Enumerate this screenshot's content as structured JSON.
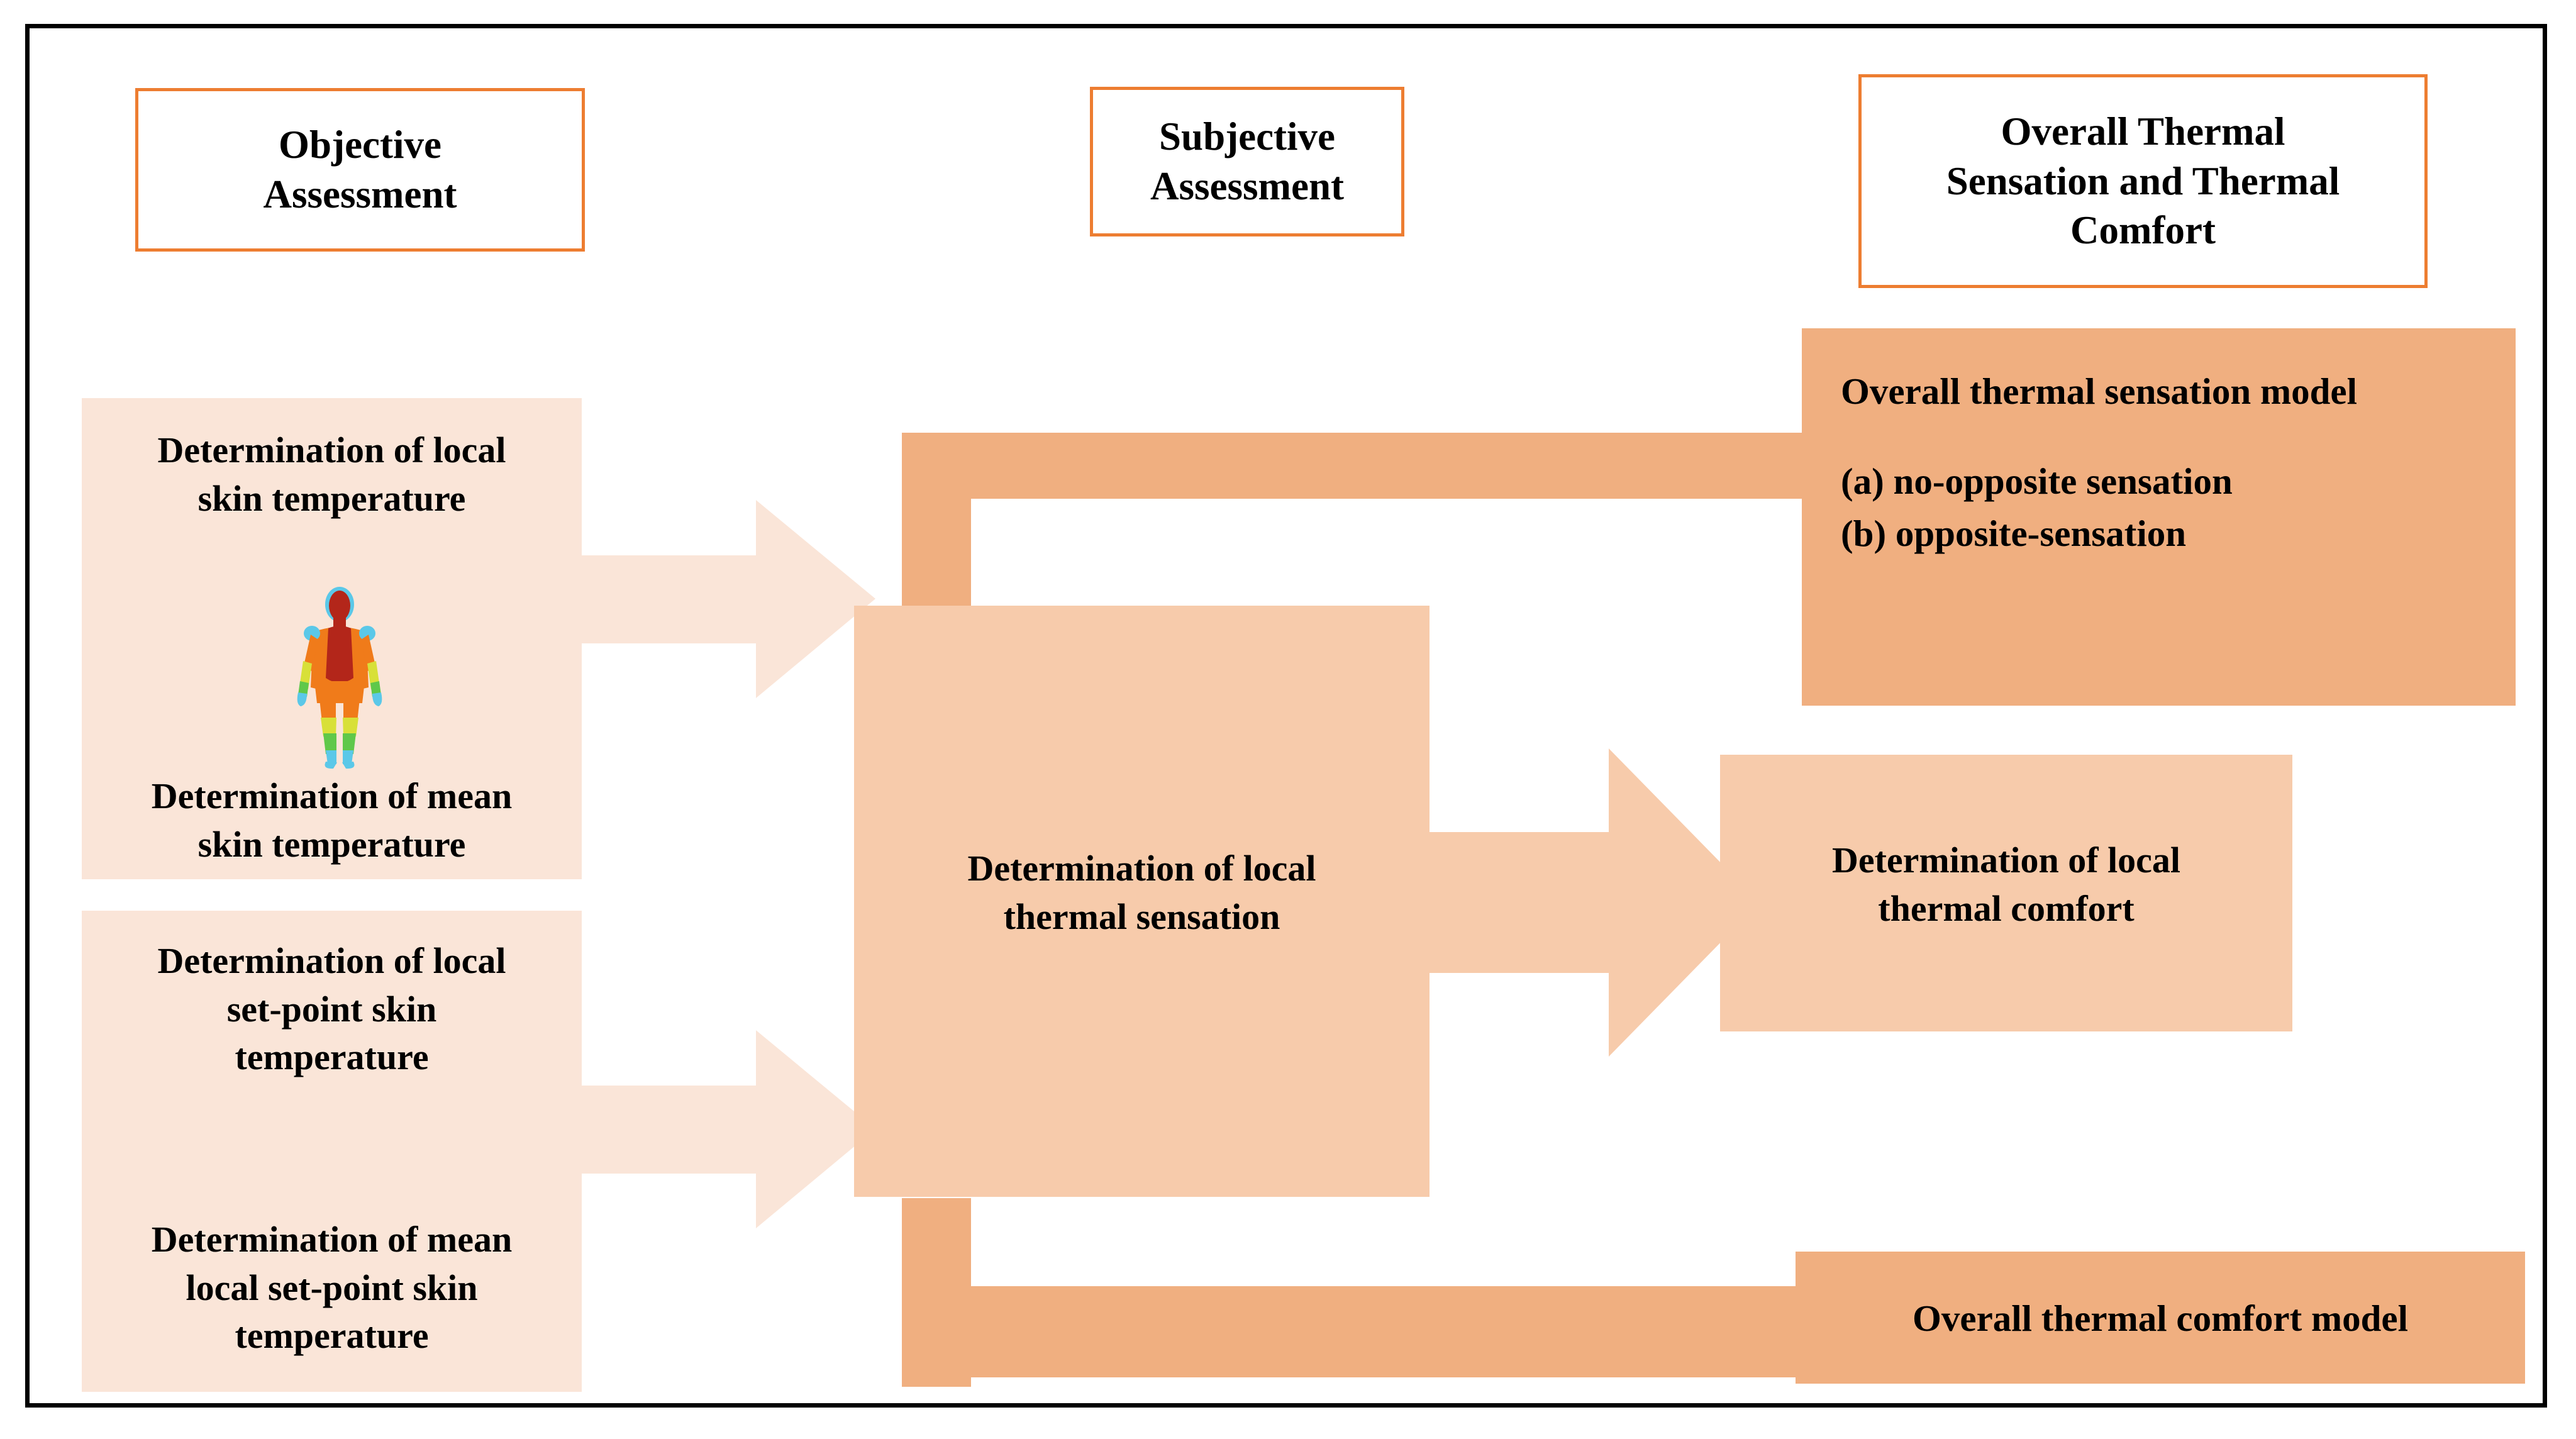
{
  "diagram": {
    "title_column_headers": [
      {
        "id": "objective",
        "label": "Objective\nAssessment"
      },
      {
        "id": "subjective",
        "label": "Subjective\nAssessment"
      },
      {
        "id": "overall",
        "label": "Overall Thermal\nSensation and Thermal\nComfort"
      }
    ],
    "objective_header": "Objective Assessment",
    "objective_header_line1": "Objective",
    "objective_header_line2": "Assessment",
    "subjective_header_line1": "Subjective",
    "subjective_header_line2": "Assessment",
    "overall_header_line1": "Overall Thermal",
    "overall_header_line2": "Sensation and Thermal",
    "overall_header_line3": "Comfort",
    "left_box_1": {
      "top_text": "Determination of local\nskin temperature",
      "bottom_text": "Determination of mean\nskin temperature",
      "icon": "thermal-body-figure"
    },
    "left_box_2": {
      "top_text": "Determination of local\nset-point skin\ntemperature",
      "bottom_text": "Determination of mean\nlocal set-point skin\ntemperature"
    },
    "center_box": {
      "text": "Determination of local\nthermal sensation"
    },
    "right_sensation_box": {
      "heading": "Overall thermal sensation model",
      "items": [
        "(a) no-opposite sensation",
        "(b) opposite-sensation"
      ]
    },
    "right_comfort_box": {
      "text": "Determination of local\nthermal comfort"
    },
    "right_comfort_model_box": {
      "text": "Overall thermal comfort model"
    },
    "colors": {
      "frame_border": "#000000",
      "header_border": "#ED7D31",
      "box_light": "#FAE5D8",
      "box_mid": "#F7CBAB",
      "box_dark": "#F0AF80",
      "arrow_light": "#FAE5D8",
      "arrow_mid": "#F7CBAB",
      "connector_dark": "#F0AF80",
      "text": "#000000",
      "background": "#FFFFFF"
    }
  }
}
